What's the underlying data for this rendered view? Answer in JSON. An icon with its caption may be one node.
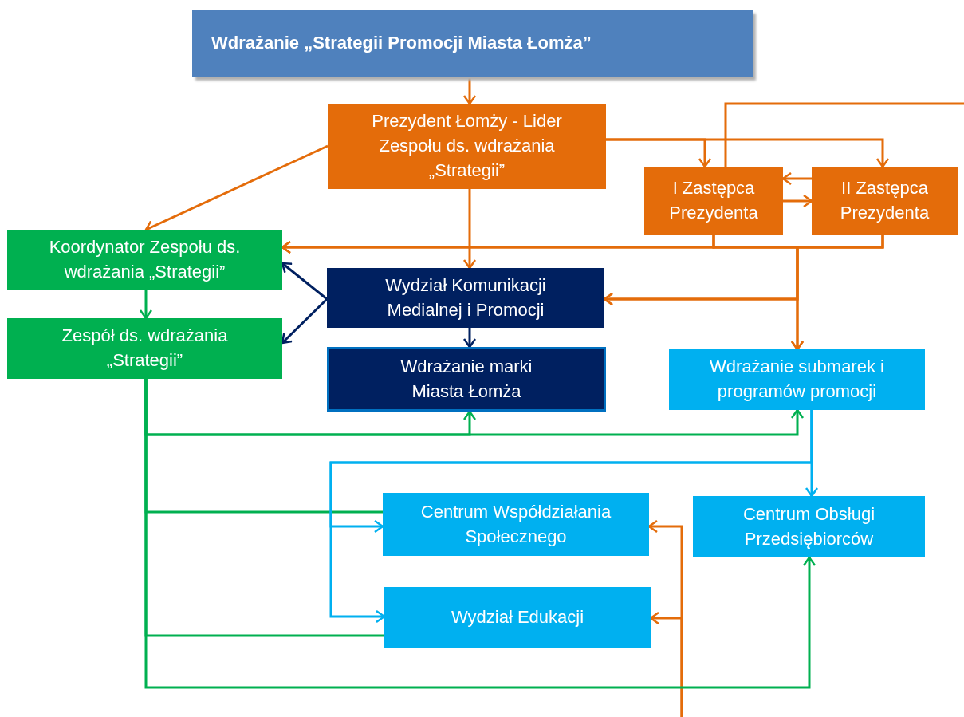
{
  "diagram": {
    "nodes": [
      {
        "text": [
          "Wdrażanie „Strategii Promocji Miasta Łomża”"
        ]
      },
      {
        "text": [
          "Prezydent Łomży - Lider Zespołu ds. wdrażania „Strategii”"
        ]
      },
      {
        "text": [
          "I Zastępca Prezydenta"
        ]
      },
      {
        "text": [
          "II Zastępca Prezydenta"
        ]
      },
      {
        "text": [
          "Koordynator Zespołu ds. wdrażania „Strategii”"
        ]
      },
      {
        "text": [
          "Zespół ds. wdrażania „Strategii”"
        ]
      },
      {
        "text": [
          "Wydział Komunikacji Medialnej i Promocji"
        ]
      },
      {
        "text": [
          "Wdrażanie marki Miasta Łomża"
        ]
      },
      {
        "text": [
          "Wdrażanie submarek i programów promocji"
        ]
      },
      {
        "text": [
          "Centrum Współdziałania Społecznego"
        ]
      },
      {
        "text": [
          "Centrum Obsługi Przedsiębiorców"
        ]
      },
      {
        "text": [
          "Wydział Edukacji"
        ]
      }
    ],
    "edges": [
      {
        "from": 0,
        "to": 1,
        "arrow": "to"
      },
      {
        "from": 1,
        "to": 2,
        "arrow": "to"
      },
      {
        "from": 1,
        "to": 3,
        "arrow": "to"
      },
      {
        "from": 1,
        "to": 4,
        "arrow": "to"
      },
      {
        "from": 1,
        "to": 6,
        "arrow": "to"
      },
      {
        "from": 2,
        "to": 3,
        "arrow": "to"
      },
      {
        "from": 3,
        "to": 2,
        "arrow": "to"
      },
      {
        "from": 2,
        "to": 4,
        "arrow": "to"
      },
      {
        "from": 3,
        "to": 4,
        "arrow": "to"
      },
      {
        "from": 2,
        "to": 6,
        "arrow": "to"
      },
      {
        "from": 3,
        "to": 6,
        "arrow": "to"
      },
      {
        "from": 2,
        "to": 8,
        "arrow": "to"
      },
      {
        "from": 3,
        "to": 8,
        "arrow": "to"
      },
      {
        "from": 2,
        "to": null,
        "arrow": "none"
      },
      {
        "from": null,
        "to": 9,
        "arrow": "to"
      },
      {
        "from": null,
        "to": 11,
        "arrow": "to"
      },
      {
        "from": 6,
        "to": 4,
        "arrow": "to",
        "color": "#002060"
      },
      {
        "from": 6,
        "to": 5,
        "arrow": "to",
        "color": "#002060"
      },
      {
        "from": 6,
        "to": 7,
        "arrow": "to",
        "color": "#002060"
      },
      {
        "from": 4,
        "to": 5,
        "arrow": "to",
        "color": "#00b050"
      },
      {
        "from": 5,
        "to": 7,
        "arrow": "to",
        "color": "#00b050"
      },
      {
        "from": 5,
        "to": 8,
        "arrow": "to",
        "color": "#00b050"
      },
      {
        "from": 5,
        "to": 9,
        "arrow": "none",
        "color": "#00b050"
      },
      {
        "from": 5,
        "to": 11,
        "arrow": "none",
        "color": "#00b050"
      },
      {
        "from": 5,
        "to": 10,
        "arrow": "to",
        "color": "#00b050"
      },
      {
        "from": 8,
        "to": 10,
        "arrow": "to",
        "color": "#00b0f0"
      },
      {
        "from": 8,
        "to": 9,
        "arrow": "to",
        "color": "#00b0f0"
      },
      {
        "from": 8,
        "to": 11,
        "arrow": "to",
        "color": "#00b0f0"
      }
    ]
  }
}
